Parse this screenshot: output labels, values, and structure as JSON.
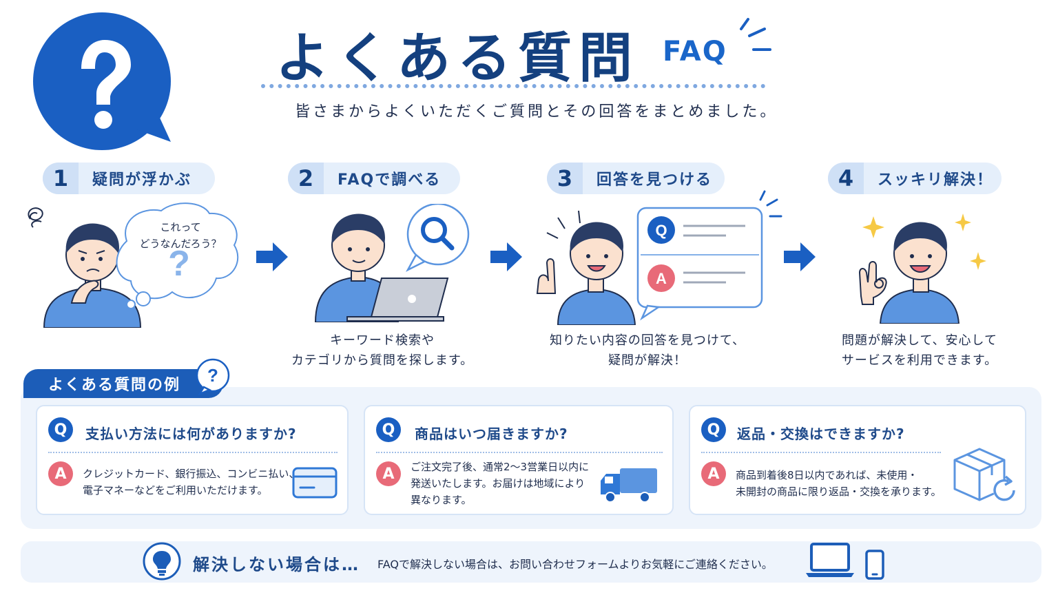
{
  "header": {
    "title": "よくある質問",
    "faq_tag": "FAQ",
    "subtitle": "皆さまからよくいただくご質問とその回答をまとめました。"
  },
  "steps": [
    {
      "num": "1",
      "label": "疑問が浮かぶ",
      "bubble_lines": [
        "これって",
        "どうなんだろう？"
      ],
      "desc": []
    },
    {
      "num": "2",
      "label": "FAQで調べる",
      "desc": [
        "キーワード検索や",
        "カテゴリから質問を探します。"
      ]
    },
    {
      "num": "3",
      "label": "回答を見つける",
      "desc": [
        "知りたい内容の回答を見つけて、",
        "疑問が解決！"
      ],
      "chat": {
        "q": "Q",
        "a": "A"
      }
    },
    {
      "num": "4",
      "label": "スッキリ解決！",
      "desc": [
        "問題が解決して、安心して",
        "サービスを利用できます。"
      ]
    }
  ],
  "examples": {
    "tab_label": "よくある質問の例",
    "q_mark": "?",
    "items": [
      {
        "q": "支払い方法には何がありますか?",
        "a": [
          "クレジットカード、銀行振込、コンビニ払い、",
          "電子マネーなどをご利用いただけます。"
        ],
        "icon": "credit-card-icon"
      },
      {
        "q": "商品はいつ届きますか?",
        "a": [
          "ご注文完了後、通常2～3営業日以内に",
          "発送いたします。お届けは地域により",
          "異なります。"
        ],
        "icon": "delivery-truck-icon"
      },
      {
        "q": "返品・交換はできますか?",
        "a": [
          "商品到着後8日以内であれば、未使用・",
          "未開封の商品に限り返品・交換を承ります。"
        ],
        "icon": "return-box-icon"
      }
    ]
  },
  "footer": {
    "title": "解決しない場合は…",
    "text": "FAQで解決しない場合は、お問い合わせフォームよりお気軽にご連絡ください。"
  },
  "colors": {
    "navy": "#14407f",
    "blue": "#1a5fc2",
    "light_blue": "#5b95e0",
    "pink": "#e86a78",
    "panel": "#eef4fc"
  }
}
